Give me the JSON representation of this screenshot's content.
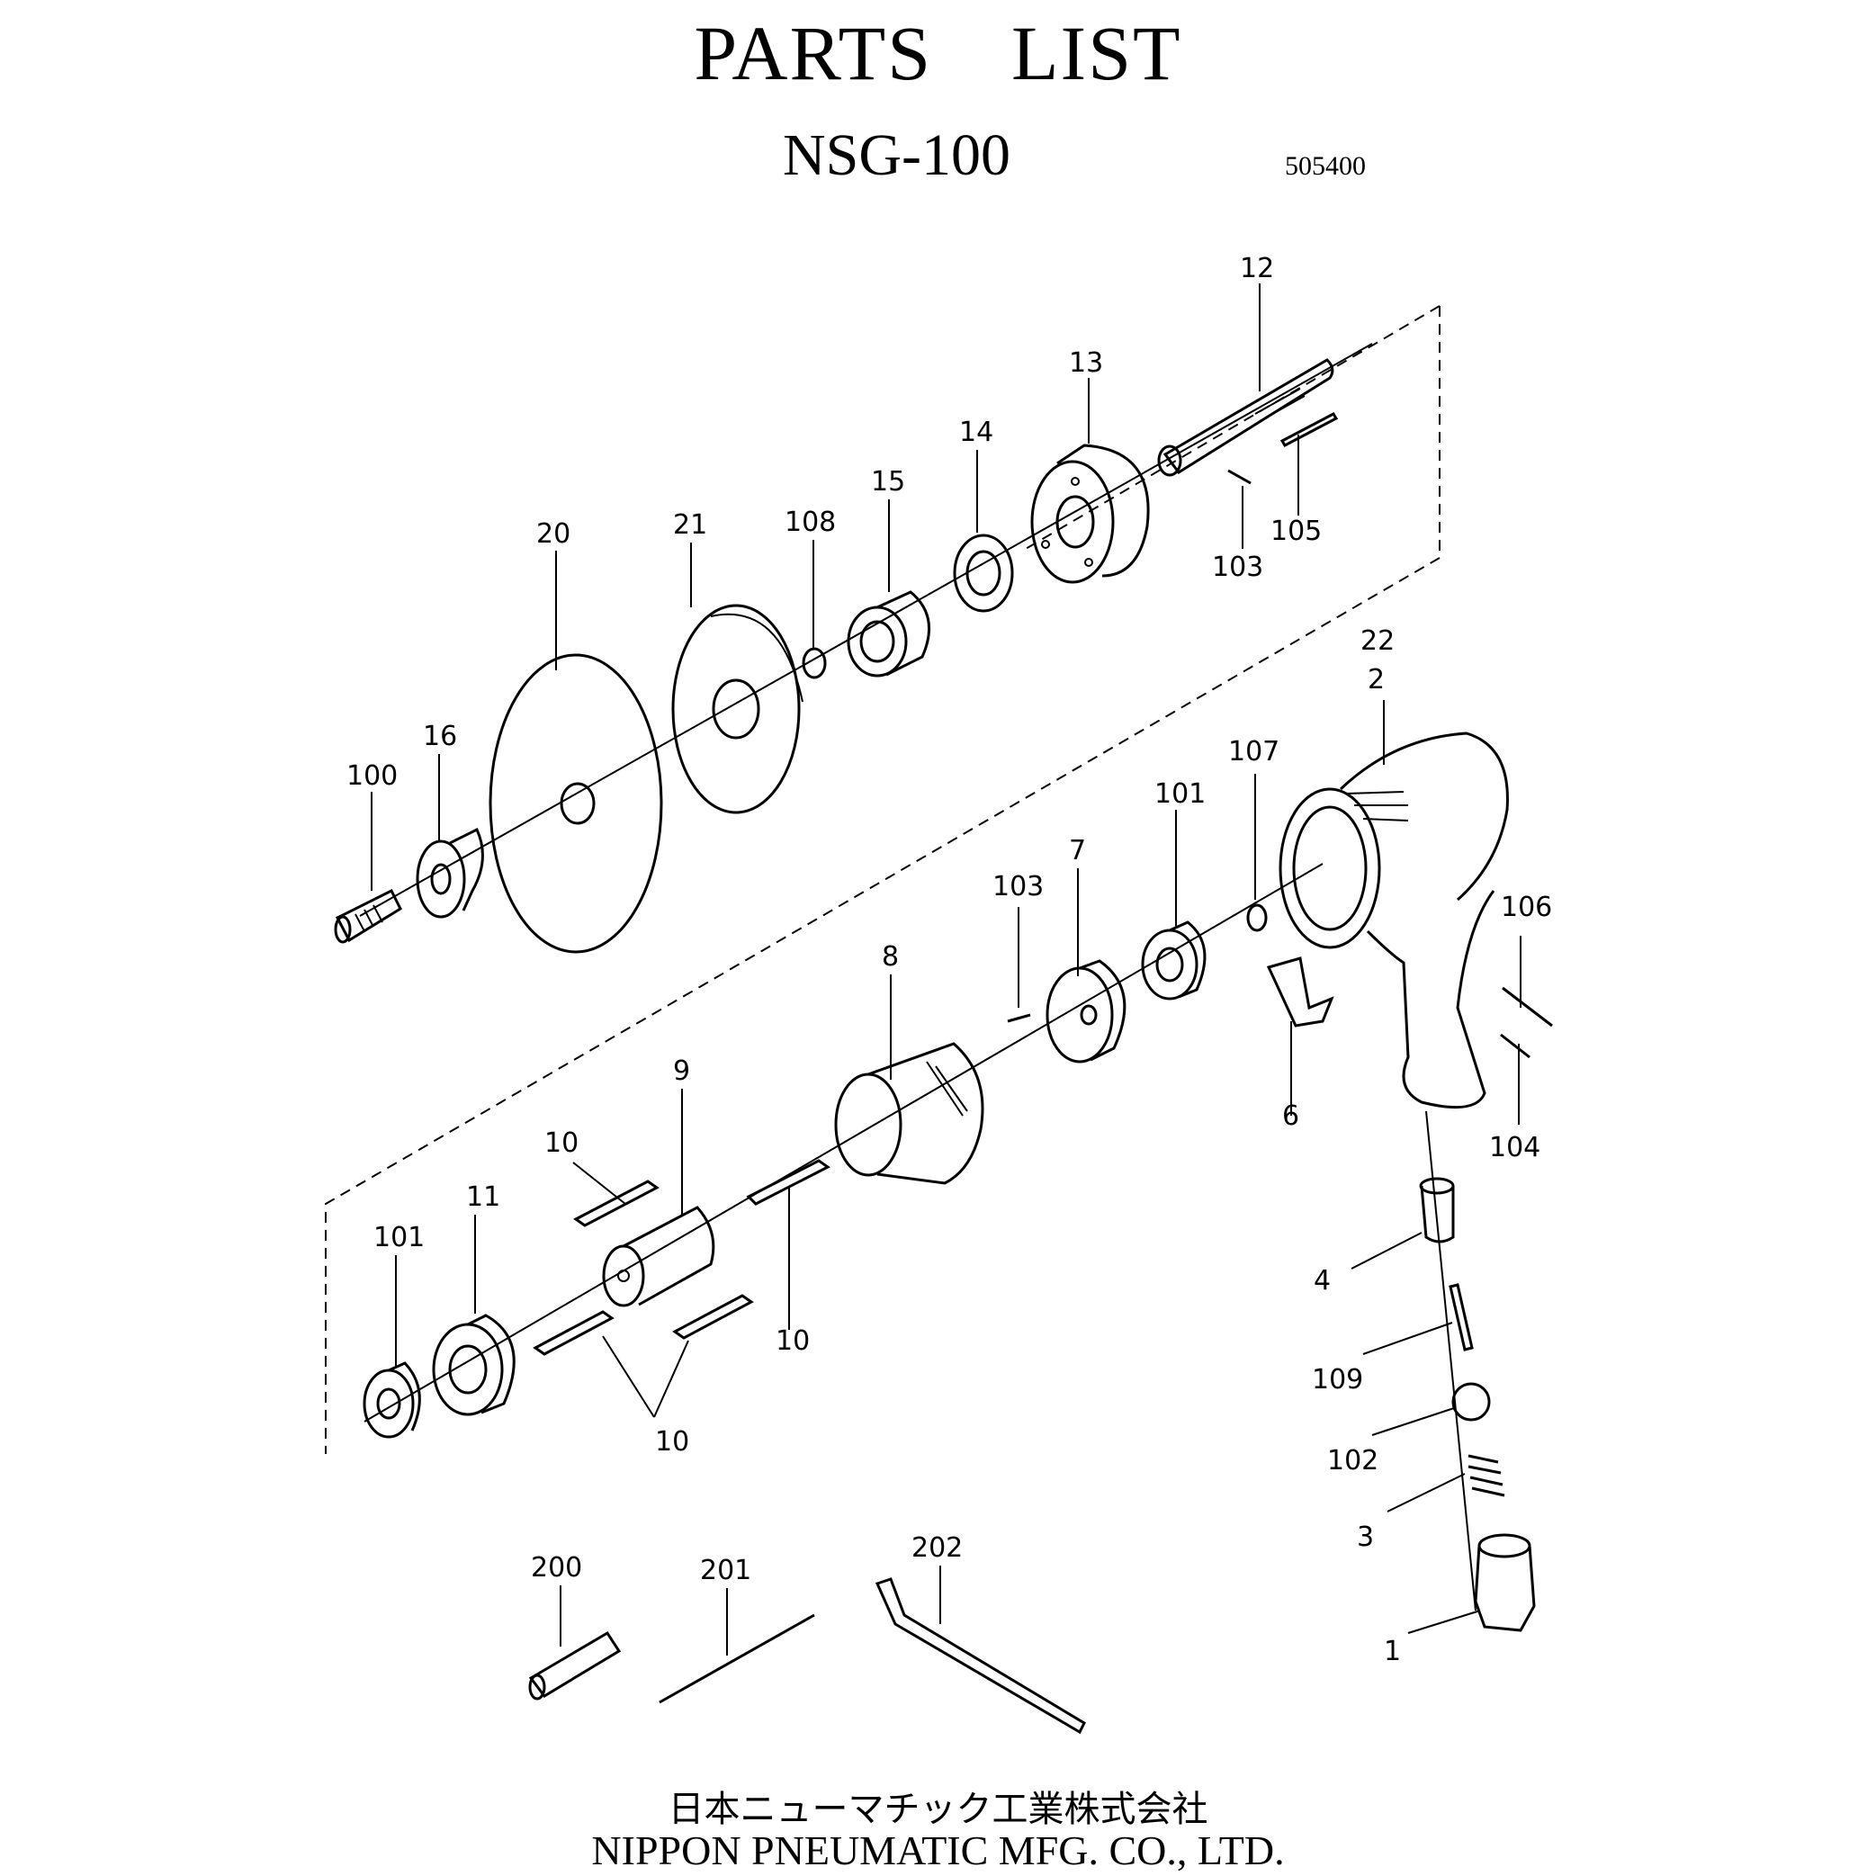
{
  "header": {
    "title": "PARTS　LIST",
    "model": "NSG-100",
    "code": "505400"
  },
  "parts": {
    "p1": "1",
    "p2": "2",
    "p3": "3",
    "p4": "4",
    "p6": "6",
    "p7": "7",
    "p8": "8",
    "p9": "9",
    "p10a": "10",
    "p10b": "10",
    "p10c": "10",
    "p11": "11",
    "p12": "12",
    "p13": "13",
    "p14": "14",
    "p15": "15",
    "p16": "16",
    "p20": "20",
    "p21": "21",
    "p22": "22",
    "p100": "100",
    "p101a": "101",
    "p101b": "101",
    "p102": "102",
    "p103a": "103",
    "p103b": "103",
    "p104": "104",
    "p105": "105",
    "p106": "106",
    "p107": "107",
    "p108": "108",
    "p109": "109",
    "p200": "200",
    "p201": "201",
    "p202": "202"
  },
  "footer": {
    "company_jp": "日本ニューマチック工業株式会社",
    "company_en": "NIPPON PNEUMATIC MFG. CO., LTD."
  }
}
